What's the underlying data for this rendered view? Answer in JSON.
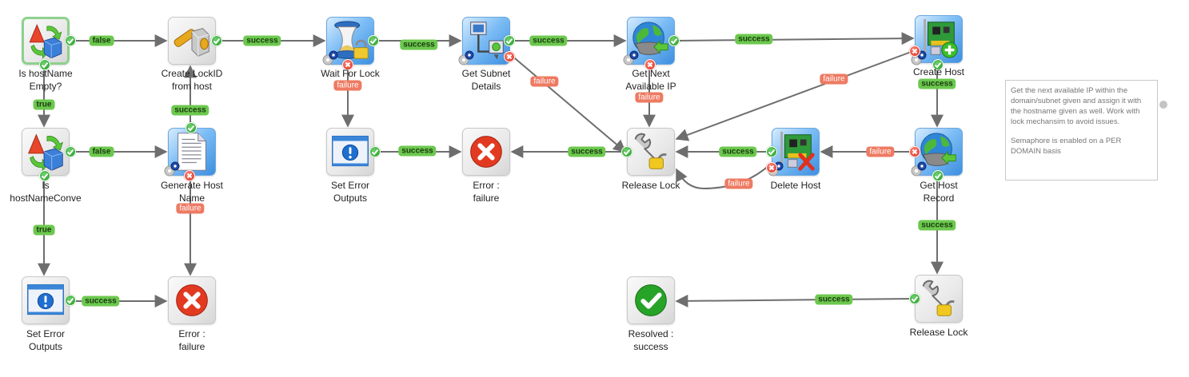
{
  "workflow": {
    "nodes": [
      {
        "id": "n1",
        "label": "Is hostName Empty?",
        "type": "condition",
        "style": "gray",
        "selected": true
      },
      {
        "id": "n2",
        "label": "Create LockID from host",
        "type": "script",
        "style": "gray"
      },
      {
        "id": "n3",
        "label": "Wait For Lock",
        "type": "wait-lock",
        "style": "blue"
      },
      {
        "id": "n4",
        "label": "Get Subnet Details",
        "type": "network",
        "style": "blue"
      },
      {
        "id": "n5",
        "label": "Get Next Available IP",
        "type": "globe",
        "style": "blue"
      },
      {
        "id": "n6",
        "label": "Create Host",
        "type": "nic-add",
        "style": "blue"
      },
      {
        "id": "n7",
        "label": "Is hostNameConve",
        "type": "condition",
        "style": "gray"
      },
      {
        "id": "n8",
        "label": "Generate Host Name",
        "type": "document",
        "style": "blue"
      },
      {
        "id": "n9",
        "label": "Set Error Outputs",
        "type": "error-output",
        "style": "gray"
      },
      {
        "id": "n10",
        "label": "Error : failure",
        "type": "error-end",
        "style": "gray"
      },
      {
        "id": "n11",
        "label": "Release Lock",
        "type": "release-lock",
        "style": "gray"
      },
      {
        "id": "n12",
        "label": "Delete Host",
        "type": "nic-delete",
        "style": "blue"
      },
      {
        "id": "n13",
        "label": "Get Host Record",
        "type": "globe",
        "style": "blue"
      },
      {
        "id": "n14",
        "label": "Set Error Outputs",
        "type": "error-output",
        "style": "gray"
      },
      {
        "id": "n15",
        "label": "Error : failure",
        "type": "error-end",
        "style": "gray"
      },
      {
        "id": "n16",
        "label": "Resolved : success",
        "type": "success-end",
        "style": "gray"
      },
      {
        "id": "n17",
        "label": "Release Lock",
        "type": "release-lock",
        "style": "gray"
      }
    ],
    "edges": [
      {
        "from": "n1",
        "to": "n2",
        "label": "false",
        "kind": "false"
      },
      {
        "from": "n1",
        "to": "n7",
        "label": "true",
        "kind": "true"
      },
      {
        "from": "n2",
        "to": "n3",
        "label": "success",
        "kind": "success"
      },
      {
        "from": "n3",
        "to": "n4",
        "label": "success",
        "kind": "success"
      },
      {
        "from": "n3",
        "to": "n9",
        "label": "failure",
        "kind": "failure"
      },
      {
        "from": "n4",
        "to": "n5",
        "label": "success",
        "kind": "success"
      },
      {
        "from": "n4",
        "to": "n11",
        "label": "failure",
        "kind": "failure"
      },
      {
        "from": "n5",
        "to": "n6",
        "label": "success",
        "kind": "success"
      },
      {
        "from": "n5",
        "to": "n11",
        "label": "failure",
        "kind": "failure"
      },
      {
        "from": "n6",
        "to": "n11",
        "label": "failure",
        "kind": "failure"
      },
      {
        "from": "n6",
        "to": "n13",
        "label": "success",
        "kind": "success"
      },
      {
        "from": "n7",
        "to": "n8",
        "label": "false",
        "kind": "false"
      },
      {
        "from": "n7",
        "to": "n14",
        "label": "true",
        "kind": "true"
      },
      {
        "from": "n8",
        "to": "n2",
        "label": "success",
        "kind": "success"
      },
      {
        "from": "n8",
        "to": "n15",
        "label": "failure",
        "kind": "failure"
      },
      {
        "from": "n9",
        "to": "n10",
        "label": "success",
        "kind": "success"
      },
      {
        "from": "n11",
        "to": "n10",
        "label": "success",
        "kind": "success"
      },
      {
        "from": "n12",
        "to": "n11",
        "label": "success",
        "kind": "success"
      },
      {
        "from": "n12",
        "to": "n11",
        "label": "failure",
        "kind": "failure"
      },
      {
        "from": "n13",
        "to": "n12",
        "label": "failure",
        "kind": "failure"
      },
      {
        "from": "n13",
        "to": "n17",
        "label": "success",
        "kind": "success"
      },
      {
        "from": "n14",
        "to": "n15",
        "label": "success",
        "kind": "success"
      },
      {
        "from": "n17",
        "to": "n16",
        "label": "success",
        "kind": "success"
      }
    ]
  },
  "note": {
    "paragraphs": [
      "Get the next available IP within the domain/subnet given and assign it with the hostname given as well. Work with lock mechansim to avoid issues.",
      "Semaphore is enabled on a PER DOMAIN basis"
    ]
  },
  "colors": {
    "success": "#6cc84e",
    "failure": "#ee7a62",
    "edge": "#6e6e6e",
    "selected_border": "#8ed18e"
  }
}
